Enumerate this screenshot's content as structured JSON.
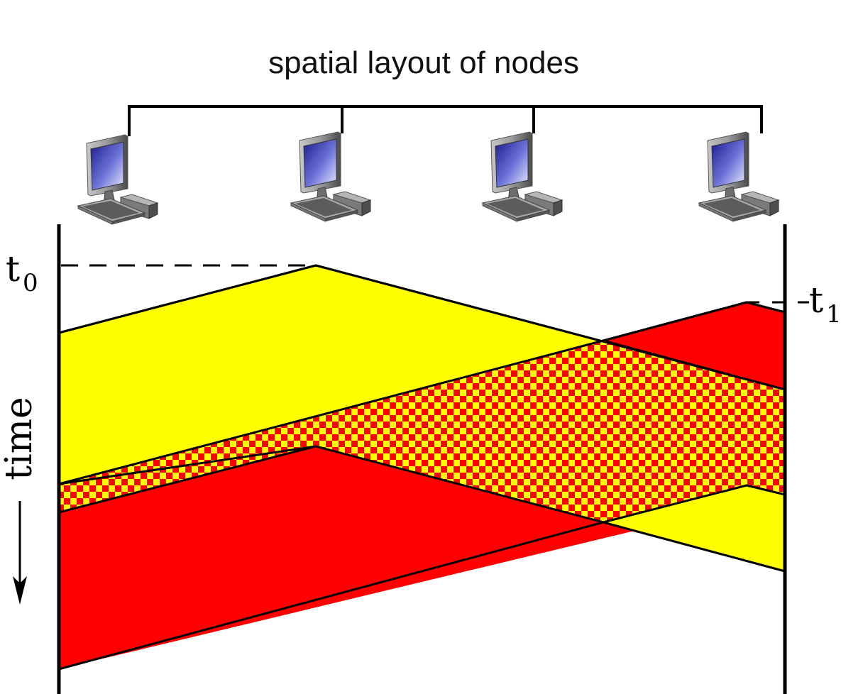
{
  "title": "spatial layout of nodes",
  "nodes": [
    {
      "icon": "desktop-computer-icon"
    },
    {
      "icon": "desktop-computer-icon"
    },
    {
      "icon": "desktop-computer-icon"
    },
    {
      "icon": "desktop-computer-icon"
    }
  ],
  "labels": {
    "t0_base": "t",
    "t0_sub": "0",
    "t1_base": "t",
    "t1_sub": "1",
    "time": "time"
  },
  "colors": {
    "node1_transmission": "#ffff00",
    "node4_transmission": "#ff0000",
    "collision": "checkered red/yellow",
    "lines": "#000000"
  }
}
